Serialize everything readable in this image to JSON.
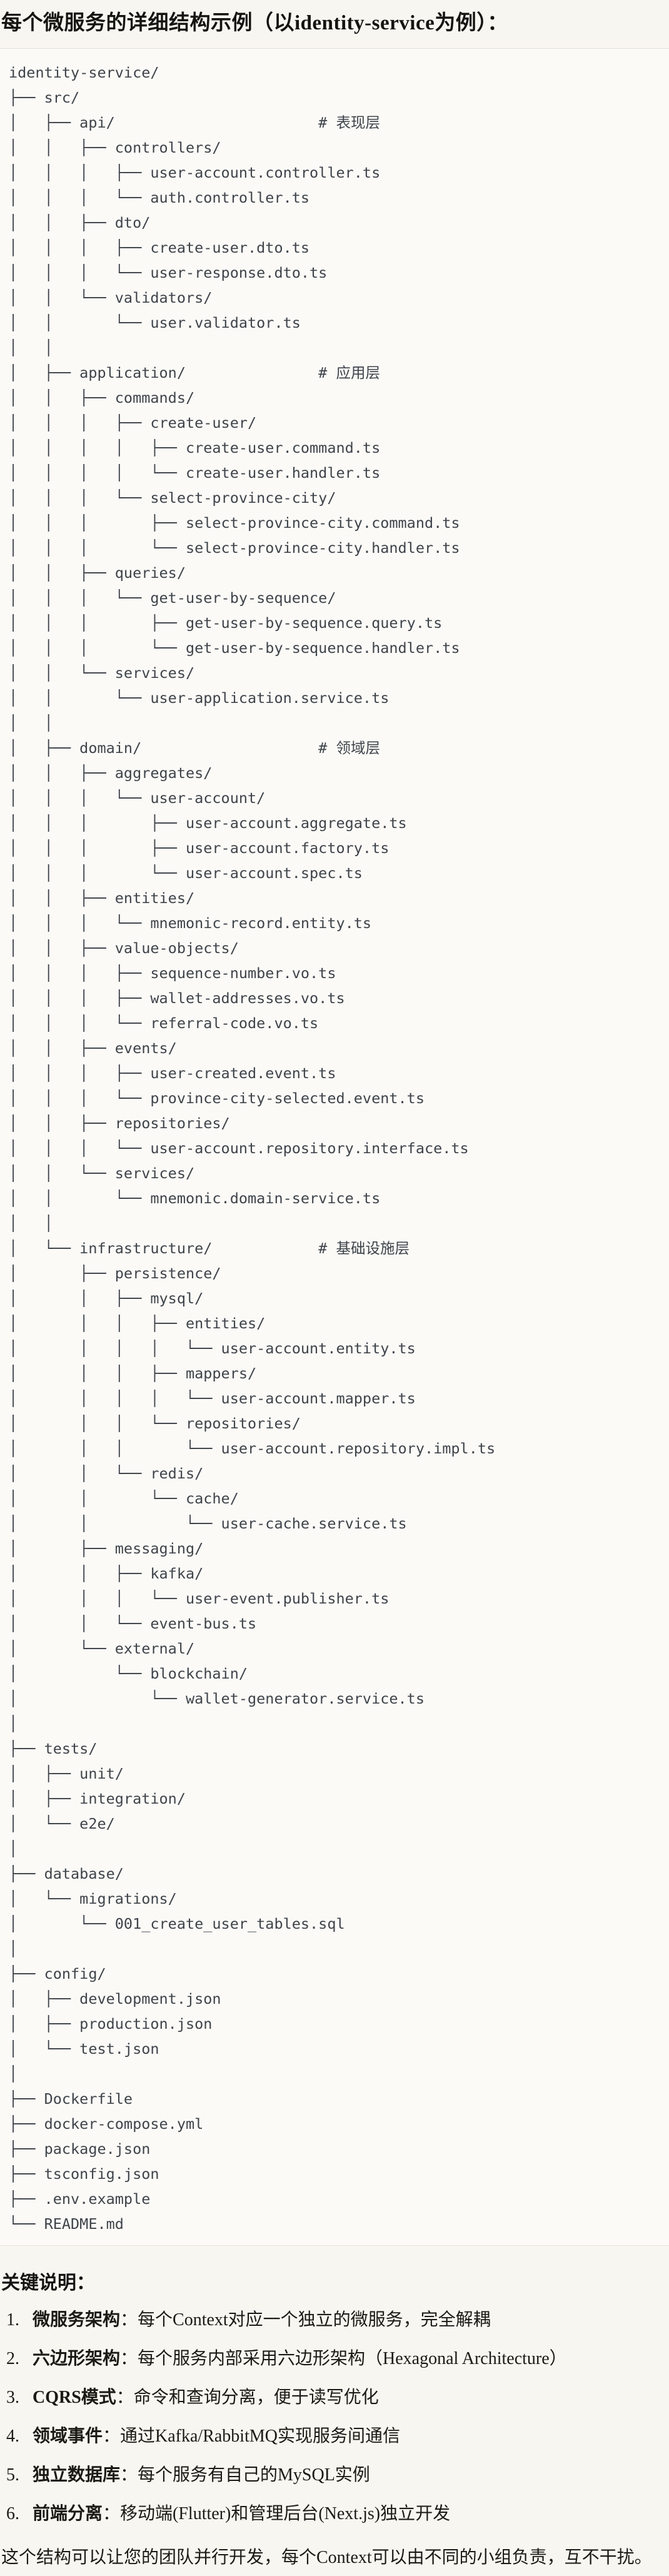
{
  "title": "每个微服务的详细结构示例（以identity-service为例）：",
  "tree": {
    "lines": [
      "identity-service/",
      "├── src/",
      "│   ├── api/                       # 表现层",
      "│   │   ├── controllers/",
      "│   │   │   ├── user-account.controller.ts",
      "│   │   │   └── auth.controller.ts",
      "│   │   ├── dto/",
      "│   │   │   ├── create-user.dto.ts",
      "│   │   │   └── user-response.dto.ts",
      "│   │   └── validators/",
      "│   │       └── user.validator.ts",
      "│   │",
      "│   ├── application/               # 应用层",
      "│   │   ├── commands/",
      "│   │   │   ├── create-user/",
      "│   │   │   │   ├── create-user.command.ts",
      "│   │   │   │   └── create-user.handler.ts",
      "│   │   │   └── select-province-city/",
      "│   │   │       ├── select-province-city.command.ts",
      "│   │   │       └── select-province-city.handler.ts",
      "│   │   ├── queries/",
      "│   │   │   └── get-user-by-sequence/",
      "│   │   │       ├── get-user-by-sequence.query.ts",
      "│   │   │       └── get-user-by-sequence.handler.ts",
      "│   │   └── services/",
      "│   │       └── user-application.service.ts",
      "│   │",
      "│   ├── domain/                    # 领域层",
      "│   │   ├── aggregates/",
      "│   │   │   └── user-account/",
      "│   │   │       ├── user-account.aggregate.ts",
      "│   │   │       ├── user-account.factory.ts",
      "│   │   │       └── user-account.spec.ts",
      "│   │   ├── entities/",
      "│   │   │   └── mnemonic-record.entity.ts",
      "│   │   ├── value-objects/",
      "│   │   │   ├── sequence-number.vo.ts",
      "│   │   │   ├── wallet-addresses.vo.ts",
      "│   │   │   └── referral-code.vo.ts",
      "│   │   ├── events/",
      "│   │   │   ├── user-created.event.ts",
      "│   │   │   └── province-city-selected.event.ts",
      "│   │   ├── repositories/",
      "│   │   │   └── user-account.repository.interface.ts",
      "│   │   └── services/",
      "│   │       └── mnemonic.domain-service.ts",
      "│   │",
      "│   └── infrastructure/            # 基础设施层",
      "│       ├── persistence/",
      "│       │   ├── mysql/",
      "│       │   │   ├── entities/",
      "│       │   │   │   └── user-account.entity.ts",
      "│       │   │   ├── mappers/",
      "│       │   │   │   └── user-account.mapper.ts",
      "│       │   │   └── repositories/",
      "│       │   │       └── user-account.repository.impl.ts",
      "│       │   └── redis/",
      "│       │       └── cache/",
      "│       │           └── user-cache.service.ts",
      "│       ├── messaging/",
      "│       │   ├── kafka/",
      "│       │   │   └── user-event.publisher.ts",
      "│       │   └── event-bus.ts",
      "│       └── external/",
      "│           └── blockchain/",
      "│               └── wallet-generator.service.ts",
      "│",
      "├── tests/",
      "│   ├── unit/",
      "│   ├── integration/",
      "│   └── e2e/",
      "│",
      "├── database/",
      "│   └── migrations/",
      "│       └── 001_create_user_tables.sql",
      "│",
      "├── config/",
      "│   ├── development.json",
      "│   ├── production.json",
      "│   └── test.json",
      "│",
      "├── Dockerfile",
      "├── docker-compose.yml",
      "├── package.json",
      "├── tsconfig.json",
      "├── .env.example",
      "└── README.md"
    ]
  },
  "notes": {
    "heading": "关键说明：",
    "items": [
      {
        "num": "1.",
        "term": "微服务架构",
        "desc": "：每个Context对应一个独立的微服务，完全解耦"
      },
      {
        "num": "2.",
        "term": "六边形架构",
        "desc": "：每个服务内部采用六边形架构（Hexagonal Architecture）"
      },
      {
        "num": "3.",
        "term": "CQRS模式",
        "desc": "：命令和查询分离，便于读写优化"
      },
      {
        "num": "4.",
        "term": "领域事件",
        "desc": "：通过Kafka/RabbitMQ实现服务间通信"
      },
      {
        "num": "5.",
        "term": "独立数据库",
        "desc": "：每个服务有自己的MySQL实例"
      },
      {
        "num": "6.",
        "term": "前端分离",
        "desc": "：移动端(Flutter)和管理后台(Next.js)独立开发"
      }
    ],
    "closing": "这个结构可以让您的团队并行开发，每个Context可以由不同的小组负责，互不干扰。"
  },
  "colors": {
    "page_background": "#f8f6f1",
    "code_background": "#fbfaf7",
    "code_border": "#e6e3da",
    "code_text": "#3f444a",
    "body_text": "#16150f"
  }
}
